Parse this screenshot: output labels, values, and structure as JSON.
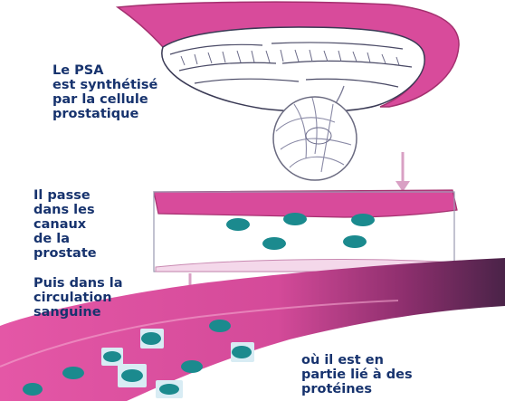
{
  "captions": {
    "synthesis": [
      "Le PSA",
      "est synthétisé",
      "par la cellule",
      "prostatique"
    ],
    "ducts": [
      "Il passe",
      "dans les",
      "canaux",
      "de la",
      "prostate"
    ],
    "circulation": [
      "Puis dans la",
      "circulation",
      "sanguine"
    ],
    "protein_bound": [
      "où il est en",
      "partie lié à des",
      "protéines"
    ]
  },
  "colors": {
    "text": "#17336e",
    "pink": "#d84b9b",
    "dark_pink": "#b2357f",
    "psa_particle": "#1b8a8e",
    "protein": "#d8ecf4",
    "vessel_dark": "#4a2348",
    "arrow": "#d9a0c4"
  }
}
